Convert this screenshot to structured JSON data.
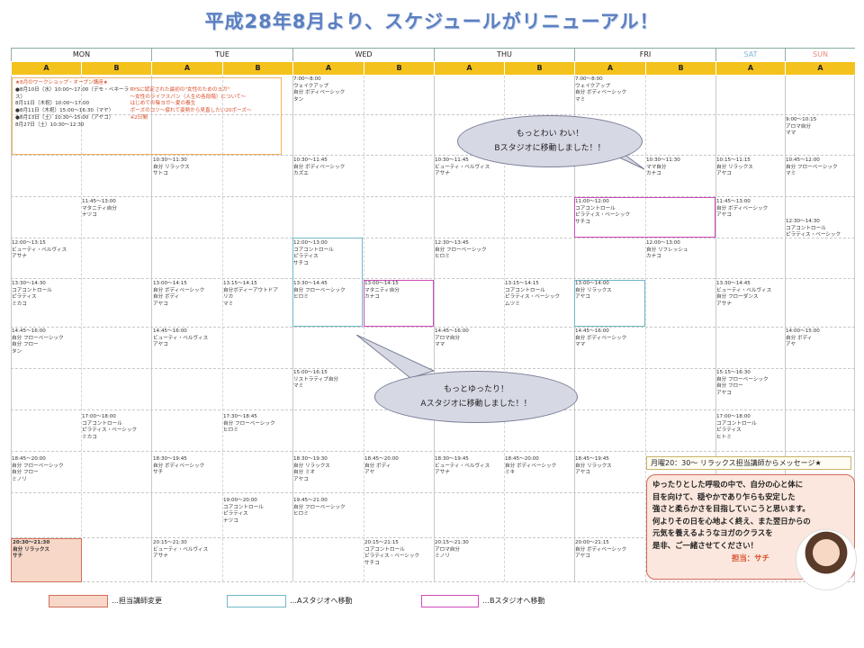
{
  "title": "平成28年8月より、スケジュールがリニューアル！",
  "days": [
    "MON",
    "TUE",
    "WED",
    "THU",
    "FRI",
    "SAT",
    "SUN"
  ],
  "ab": [
    "A",
    "B",
    "A",
    "B",
    "A",
    "B",
    "A",
    "B",
    "A",
    "B",
    "A",
    "A"
  ],
  "workshop": {
    "head": "★8月のワークショップ・オープン講座★",
    "lines": [
      "●8月10日（水）10:00〜17:00（デモ・ベネーラス）",
      "8月11日（木祝）10:00〜17:00",
      "●8月11日（木祝）15:00〜16:30（マヤ）",
      "●8月13日（土）10:30〜15:00（アヤコ）",
      "8月27日（土）10:30〜12:30"
    ],
    "notes": [
      "RYSに認定された最初の\"女性のためのヨガ\"",
      "〜女性のライフスパン（人生の各段階）について〜",
      "はじめての陰ヨガ〜夏の養生",
      "ポーズのコツ〜疲れて姿勢から見直したい20ポーズ〜",
      "※2日間"
    ]
  },
  "classes": [
    {
      "time": "7:00〜8:00",
      "name": "ウェイクアップ",
      "sub": "自分 ボディベーシック",
      "teacher": "タン"
    },
    {
      "time": "7:00〜8:00",
      "name": "ウェイクアップ",
      "sub": "自分 ボディベーシック",
      "teacher": "マミ"
    },
    {
      "time": "9:00〜10:15",
      "name": "アロマ自分",
      "sub": "",
      "teacher": "ママ"
    },
    {
      "time": "10:30〜11:30",
      "name": "自分 リラックス",
      "sub": "",
      "teacher": "サトコ"
    },
    {
      "time": "10:30〜11:45",
      "name": "自分 ボディベーシック",
      "sub": "",
      "teacher": "カズエ"
    },
    {
      "time": "10:30〜11:45",
      "name": "ビューティ・ベルヴィス",
      "sub": "",
      "teacher": "アサナ"
    },
    {
      "time": "10:30〜11:30",
      "name": "ママ自分",
      "sub": "",
      "teacher": "カナコ"
    },
    {
      "time": "10:15〜11:15",
      "name": "自分 リラックス",
      "sub": "",
      "teacher": "アヤコ"
    },
    {
      "time": "10:45〜12:00",
      "name": "自分 フローベーシック",
      "sub": "",
      "teacher": "マミ"
    },
    {
      "time": "11:45〜13:00",
      "name": "マタニティ自分",
      "sub": "",
      "teacher": "ナツコ"
    },
    {
      "time": "11:00〜12:00",
      "name": "コアコントロール",
      "sub": "ピラティス・ベーシック",
      "teacher": "サチコ"
    },
    {
      "time": "11:45〜13:00",
      "name": "自分 ボディベーシック",
      "sub": "",
      "teacher": "アヤコ"
    },
    {
      "time": "12:30〜14:30",
      "name": "コアコントロール",
      "sub": "ピラティス・ベーシック",
      "teacher": ""
    },
    {
      "time": "12:00〜13:15",
      "name": "ビューティ・ベルヴィス",
      "sub": "",
      "teacher": "アサナ"
    },
    {
      "time": "12:00〜13:00",
      "name": "コアコントロール",
      "sub": "ピラティス",
      "teacher": "サチコ"
    },
    {
      "time": "12:30〜13:45",
      "name": "自分 フローベーシック",
      "sub": "",
      "teacher": "ヒロミ"
    },
    {
      "time": "12:00〜13:00",
      "name": "自分 リフレッシュ",
      "sub": "",
      "teacher": "カナコ"
    },
    {
      "time": "13:30〜14:30",
      "name": "コアコントロール",
      "sub": "ピラティス",
      "teacher": "ミカコ"
    },
    {
      "time": "13:00〜14:15",
      "name": "自分 ボディベーシック",
      "sub": "自分 ボディ",
      "teacher": "アヤコ"
    },
    {
      "time": "13:15〜14:15",
      "name": "自分ボディーアウトドア",
      "sub": "リカ",
      "teacher": "マミ"
    },
    {
      "time": "13:30〜14:45",
      "name": "自分 フローベーシック",
      "sub": "",
      "teacher": "ヒロミ"
    },
    {
      "time": "13:00〜14:15",
      "name": "マタニティ自分",
      "sub": "",
      "teacher": "カナコ"
    },
    {
      "time": "13:15〜14:15",
      "name": "コアコントロール",
      "sub": "ピラティス・ベーシック",
      "teacher": "ムツミ"
    },
    {
      "time": "13:00〜14:00",
      "name": "自分 リラックス",
      "sub": "",
      "teacher": "アヤコ"
    },
    {
      "time": "13:30〜14:45",
      "name": "ビューティ・ベルヴィス",
      "sub": "自分 フローダンス",
      "teacher": "アサナ"
    },
    {
      "time": "14:45〜16:00",
      "name": "自分 フローベーシック",
      "sub": "自分 フロー",
      "teacher": "タン"
    },
    {
      "time": "14:45〜16:00",
      "name": "ビューティ・ベルヴィス",
      "sub": "",
      "teacher": "アヤコ"
    },
    {
      "time": "14:45〜16:00",
      "name": "アロマ自分",
      "sub": "",
      "teacher": "ママ"
    },
    {
      "time": "14:45〜16:00",
      "name": "自分 ボディベーシック",
      "sub": "",
      "teacher": "ママ"
    },
    {
      "time": "14:00〜15:00",
      "name": "自分 ボディ",
      "sub": "",
      "teacher": "アヤ"
    },
    {
      "time": "15:00〜16:15",
      "name": "リストラティブ自分",
      "sub": "マミ",
      "teacher": ""
    },
    {
      "time": "15:15〜16:30",
      "name": "自分 フローベーシック",
      "sub": "自分 フロー",
      "teacher": "アヤコ"
    },
    {
      "time": "17:00〜18:00",
      "name": "コアコントロール",
      "sub": "ピラティス・ベーシック",
      "teacher": "ミカコ"
    },
    {
      "time": "17:30〜18:45",
      "name": "自分 フローベーシック",
      "sub": "",
      "teacher": "ヒロミ"
    },
    {
      "time": "17:00〜18:00",
      "name": "コアコントロール",
      "sub": "ピラティス",
      "teacher": "ヒトミ"
    },
    {
      "time": "18:45〜20:00",
      "name": "自分 フローベーシック",
      "sub": "自分 フロー",
      "teacher": "ミノリ"
    },
    {
      "time": "18:30〜19:45",
      "name": "自分 ボディベーシック",
      "sub": "",
      "teacher": "サチ"
    },
    {
      "time": "18:30〜19:30",
      "name": "自分 リラックス",
      "sub": "自分 ミオ",
      "teacher": "アヤコ"
    },
    {
      "time": "18:45〜20:00",
      "name": "自分 ボディ",
      "sub": "",
      "teacher": "アヤ"
    },
    {
      "time": "18:30〜19:45",
      "name": "ビューティ・ベルヴィス",
      "sub": "",
      "teacher": "アサナ"
    },
    {
      "time": "18:45〜20:00",
      "name": "自分 ボディベーシック",
      "sub": "",
      "teacher": "ミキ"
    },
    {
      "time": "18:45〜19:45",
      "name": "自分 リラックス",
      "sub": "",
      "teacher": "アヤコ"
    },
    {
      "time": "19:00〜20:00",
      "name": "コアコントロール",
      "sub": "ピラティス",
      "teacher": "ナツコ"
    },
    {
      "time": "19:45〜21:00",
      "name": "自分 フローベーシック",
      "sub": "",
      "teacher": "ヒロミ"
    },
    {
      "time": "20:30〜21:30",
      "name": "自分 リラックス",
      "sub": "",
      "teacher": "サチ"
    },
    {
      "time": "20:15〜21:30",
      "name": "ビューティ・ベルヴィス",
      "sub": "",
      "teacher": "アサナ"
    },
    {
      "time": "20:15〜21:15",
      "name": "コアコントロール",
      "sub": "ピラティス・ベーシック",
      "teacher": "サチコ"
    },
    {
      "time": "20:15〜21:30",
      "name": "アロマ自分",
      "sub": "",
      "teacher": "ミノリ"
    },
    {
      "time": "20:00〜21:15",
      "name": "自分 ボディベーシック",
      "sub": "",
      "teacher": "アヤコ"
    }
  ],
  "bubble1": {
    "line1": "もっとわい わい！",
    "line2": "Bスタジオに移動しました！！"
  },
  "bubble2": {
    "line1": "もっとゆったり！",
    "line2": "Aスタジオに移動しました！！"
  },
  "message": {
    "header": "月曜20：30〜 リラックス担当講師からメッセージ★",
    "lines": [
      "ゆったりとした呼吸の中で、自分の心と体に",
      "目を向けて、穏やかであり乍らも安定した",
      "強さと柔らかさを目指していこうと思います。",
      "何よりその日を心地よく終え、また翌日からの",
      "元気を養えるようなヨガのクラスを",
      "是非、ご一緒させてください！"
    ],
    "signature": "担当：サチ"
  },
  "legend": [
    {
      "label": "…担当講師変更",
      "color": "#f6d7c8"
    },
    {
      "label": "…Aスタジオへ移動",
      "color": "#70b8c8"
    },
    {
      "label": "…Bスタジオへ移動",
      "color": "#d04ab8"
    }
  ]
}
